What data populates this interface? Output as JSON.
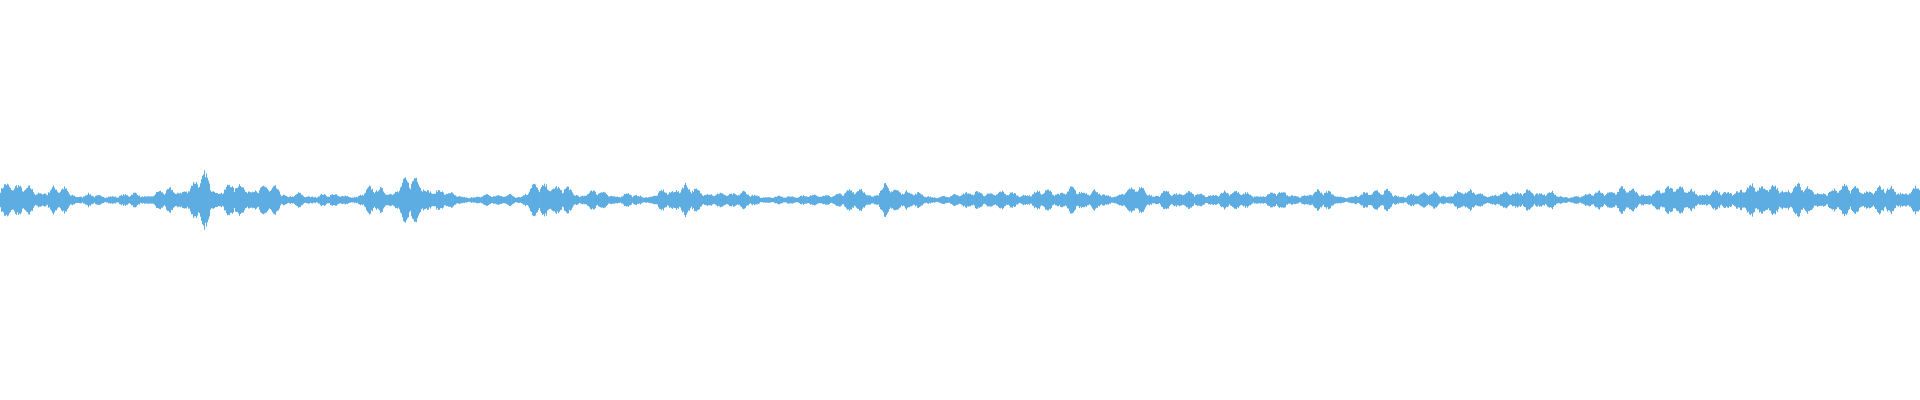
{
  "chart_data": {
    "type": "area",
    "title": "",
    "xlabel": "",
    "ylabel": "",
    "ylim": [
      -1,
      1
    ],
    "grid": false,
    "legend": "none",
    "color": "#5dade2",
    "series": [
      {
        "envelope": [
          0.55,
          0.5,
          0.45,
          0.2,
          0.45,
          0.42,
          0.1,
          0.22,
          0.15,
          0.12,
          0.18,
          0.25,
          0.1,
          0.3,
          0.4,
          0.25,
          0.6,
          0.95,
          0.2,
          0.55,
          0.55,
          0.3,
          0.5,
          0.45,
          0.1,
          0.25,
          0.1,
          0.2,
          0.2,
          0.15,
          0.1,
          0.45,
          0.4,
          0.2,
          0.7,
          0.8,
          0.3,
          0.35,
          0.25,
          0.1,
          0.1,
          0.2,
          0.15,
          0.2,
          0.1,
          0.55,
          0.5,
          0.45,
          0.45,
          0.1,
          0.35,
          0.3,
          0.1,
          0.25,
          0.15,
          0.1,
          0.35,
          0.3,
          0.55,
          0.35,
          0.2,
          0.25,
          0.2,
          0.3,
          0.15,
          0.1,
          0.15,
          0.12,
          0.15,
          0.2,
          0.15,
          0.2,
          0.35,
          0.4,
          0.1,
          0.55,
          0.35,
          0.3,
          0.25,
          0.1,
          0.12,
          0.2,
          0.25,
          0.3,
          0.2,
          0.3,
          0.25,
          0.15,
          0.3,
          0.35,
          0.2,
          0.45,
          0.25,
          0.35,
          0.15,
          0.15,
          0.45,
          0.45,
          0.1,
          0.35,
          0.2,
          0.3,
          0.2,
          0.15,
          0.3,
          0.3,
          0.25,
          0.1,
          0.25,
          0.3,
          0.15,
          0.15,
          0.35,
          0.3,
          0.1,
          0.12,
          0.25,
          0.3,
          0.35,
          0.1,
          0.2,
          0.25,
          0.3,
          0.1,
          0.3,
          0.35,
          0.2,
          0.15,
          0.3,
          0.25,
          0.35,
          0.2,
          0.3,
          0.1,
          0.12,
          0.2,
          0.3,
          0.25,
          0.45,
          0.35,
          0.15,
          0.3,
          0.45,
          0.45,
          0.35,
          0.15,
          0.35,
          0.25,
          0.3,
          0.55,
          0.45,
          0.5,
          0.3,
          0.55,
          0.45,
          0.2,
          0.35,
          0.5,
          0.45,
          0.25,
          0.45,
          0.45,
          0.2,
          0.45
        ]
      }
    ]
  }
}
